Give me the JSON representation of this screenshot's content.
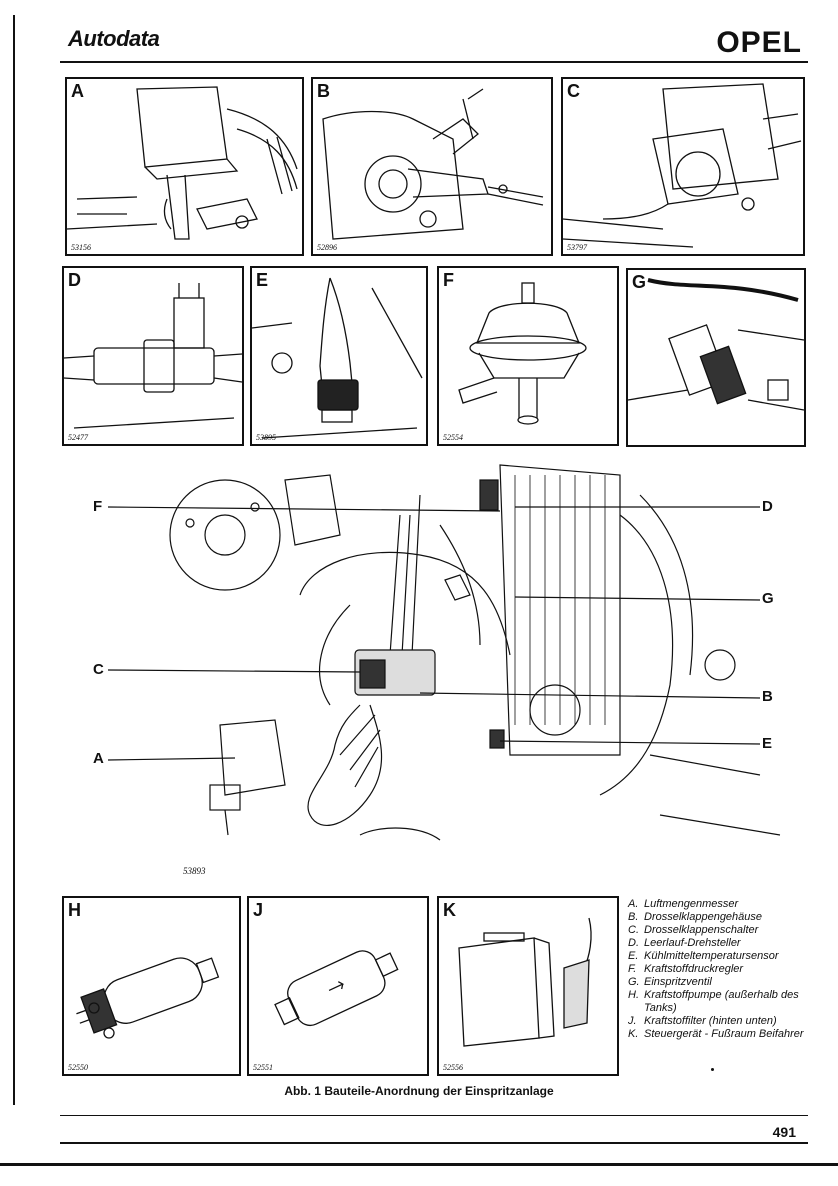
{
  "header": {
    "brand": "Autodata",
    "make": "OPEL"
  },
  "panels": [
    {
      "letter": "A",
      "code": "53156"
    },
    {
      "letter": "B",
      "code": "52896"
    },
    {
      "letter": "C",
      "code": "53797"
    },
    {
      "letter": "D",
      "code": "52477"
    },
    {
      "letter": "E",
      "code": "53895"
    },
    {
      "letter": "F",
      "code": "52554"
    },
    {
      "letter": "G",
      "code": ""
    },
    {
      "letter": "H",
      "code": "52550"
    },
    {
      "letter": "J",
      "code": "52551"
    },
    {
      "letter": "K",
      "code": "52556"
    }
  ],
  "diagram": {
    "code": "53893",
    "callouts": {
      "F": "F",
      "D": "D",
      "G": "G",
      "C": "C",
      "B": "B",
      "A": "A",
      "E": "E"
    }
  },
  "legend": [
    {
      "key": "A.",
      "text": "Luftmengenmesser"
    },
    {
      "key": "B.",
      "text": "Drosselklappengehäuse"
    },
    {
      "key": "C.",
      "text": "Drosselklappenschalter"
    },
    {
      "key": "D.",
      "text": "Leerlauf-Drehsteller"
    },
    {
      "key": "E.",
      "text": "Kühlmitteltemperatursensor"
    },
    {
      "key": "F.",
      "text": "Kraftstoffdruckregler"
    },
    {
      "key": "G.",
      "text": "Einspritzventil"
    },
    {
      "key": "H.",
      "text": "Kraftstoffpumpe (außerhalb des Tanks)"
    },
    {
      "key": "J.",
      "text": "Kraftstoffilter (hinten unten)"
    },
    {
      "key": "K.",
      "text": "Steuergerät - Fußraum Beifahrer"
    }
  ],
  "caption": "Abb. 1 Bauteile-Anordnung der Einspritzanlage",
  "page_number": "491"
}
